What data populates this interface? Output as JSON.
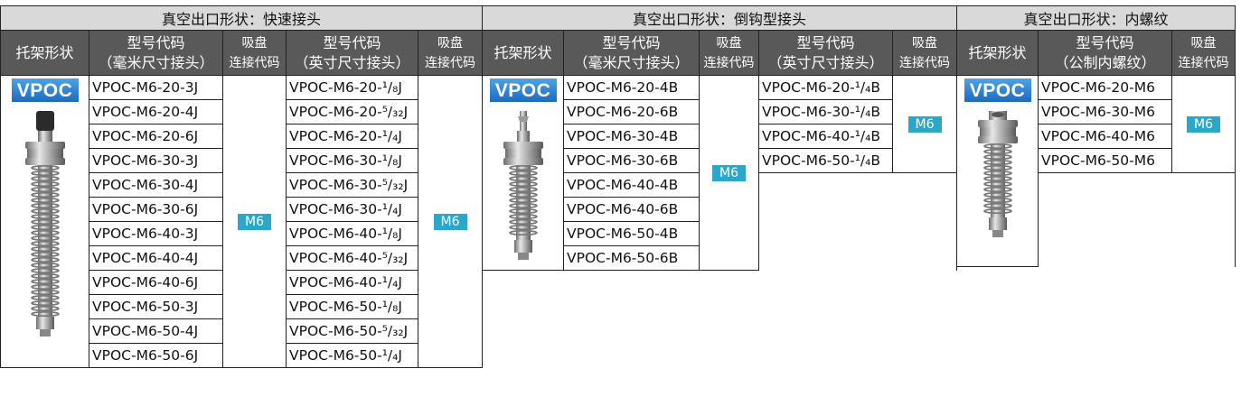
{
  "sections": [
    {
      "title": "真空出口形状：快速接头",
      "headers": [
        "托架形状",
        "型号代码\n（毫米尺寸接头）",
        "吸盘\n连接代码",
        "型号代码\n（英寸尺寸接头）",
        "吸盘\n连接代码"
      ],
      "logo": "VPOC",
      "metric_codes": [
        "VPOC-M6-20-3J",
        "VPOC-M6-20-4J",
        "VPOC-M6-20-6J",
        "VPOC-M6-30-3J",
        "VPOC-M6-30-4J",
        "VPOC-M6-30-6J",
        "VPOC-M6-40-3J",
        "VPOC-M6-40-4J",
        "VPOC-M6-40-6J",
        "VPOC-M6-50-3J",
        "VPOC-M6-50-4J",
        "VPOC-M6-50-6J"
      ],
      "metric_pad": "M6",
      "inch_codes": [
        "VPOC-M6-20-¹/₈J",
        "VPOC-M6-20-⁵/₃₂J",
        "VPOC-M6-20-¹/₄J",
        "VPOC-M6-30-¹/₈J",
        "VPOC-M6-30-⁵/₃₂J",
        "VPOC-M6-30-¹/₄J",
        "VPOC-M6-40-¹/₈J",
        "VPOC-M6-40-⁵/₃₂J",
        "VPOC-M6-40-¹/₄J",
        "VPOC-M6-50-¹/₈J",
        "VPOC-M6-50-⁵/₃₂J",
        "VPOC-M6-50-¹/₄J"
      ],
      "inch_pad": "M6"
    },
    {
      "title": "真空出口形状：倒钩型接头",
      "headers": [
        "托架形状",
        "型号代码\n（毫米尺寸接头）",
        "吸盘\n连接代码",
        "型号代码\n（英寸尺寸接头）",
        "吸盘\n连接代码"
      ],
      "logo": "VPOC",
      "metric_codes": [
        "VPOC-M6-20-4B",
        "VPOC-M6-20-6B",
        "VPOC-M6-30-4B",
        "VPOC-M6-30-6B",
        "VPOC-M6-40-4B",
        "VPOC-M6-40-6B",
        "VPOC-M6-50-4B",
        "VPOC-M6-50-6B"
      ],
      "metric_pad": "M6",
      "inch_codes": [
        "VPOC-M6-20-¹/₄B",
        "VPOC-M6-30-¹/₄B",
        "VPOC-M6-40-¹/₄B",
        "VPOC-M6-50-¹/₄B"
      ],
      "inch_pad": "M6"
    },
    {
      "title": "真空出口形状：内螺纹",
      "headers": [
        "托架形状",
        "型号代码\n（公制内螺纹）",
        "吸盘\n连接代码"
      ],
      "logo": "VPOC",
      "metric_codes": [
        "VPOC-M6-20-M6",
        "VPOC-M6-30-M6",
        "VPOC-M6-40-M6",
        "VPOC-M6-50-M6"
      ],
      "metric_pad": "M6"
    }
  ],
  "colors": {
    "header_bg": "#595959",
    "section_bg": "#d9d9d9",
    "badge": "#2aa7c9",
    "logo": "#2f86d6"
  }
}
